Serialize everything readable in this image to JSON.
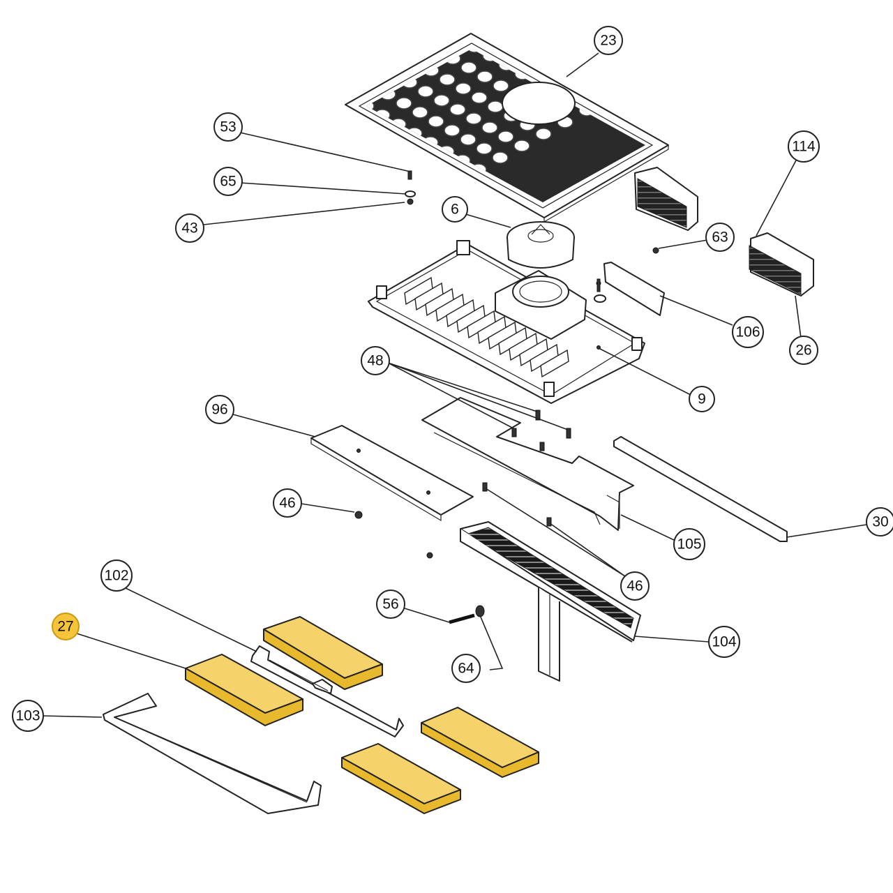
{
  "colors": {
    "highlight": "#f5c43a",
    "highlight_border": "#c99a12",
    "foam_top": "#f6d36a",
    "foam_side": "#e8b92c",
    "line": "#222222"
  },
  "callouts": {
    "c23": "23",
    "c53": "53",
    "c65": "65",
    "c43": "43",
    "c6": "6",
    "c114": "114",
    "c63": "63",
    "c106": "106",
    "c26": "26",
    "c48": "48",
    "c9": "9",
    "c96": "96",
    "c30": "30",
    "c46a": "46",
    "c105": "105",
    "c46b": "46",
    "c102": "102",
    "c56": "56",
    "c27": "27",
    "c104": "104",
    "c64": "64",
    "c103": "103"
  },
  "highlighted_part": "27"
}
